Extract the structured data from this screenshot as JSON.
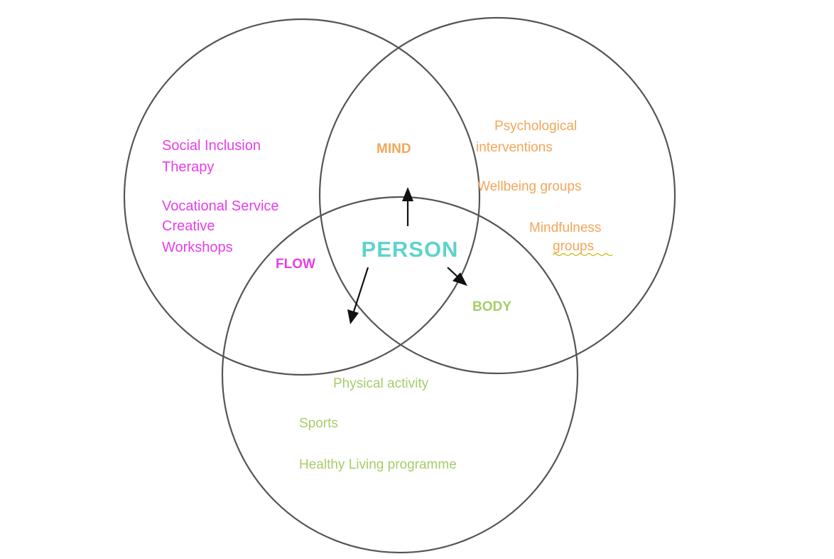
{
  "colors": {
    "flow": "#e63fe8",
    "mind": "#f2a65a",
    "body": "#a6cc6a",
    "person": "#5ed3cc",
    "circle": "#555555",
    "arrow": "#111111",
    "squiggle": "#c9b400"
  },
  "center": {
    "label": "PERSON"
  },
  "flow": {
    "title": "FLOW",
    "items": [
      "Social Inclusion",
      "Therapy",
      "Vocational Service",
      "Creative",
      "Workshops"
    ]
  },
  "mind": {
    "title": "MIND",
    "items": [
      "Psychological",
      "interventions",
      "Wellbeing groups",
      "Mindfulness",
      "groups"
    ]
  },
  "body": {
    "title": "BODY",
    "items": [
      "Physical activity",
      "Sports",
      "Healthy Living programme"
    ]
  }
}
